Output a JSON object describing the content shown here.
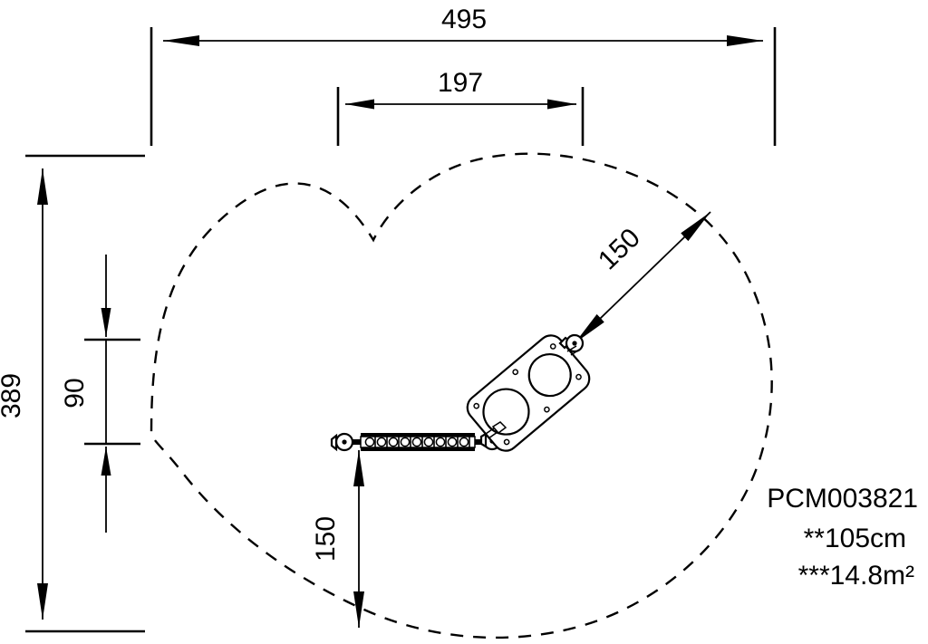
{
  "drawing": {
    "type": "playground-equipment-plan-view",
    "units": "cm",
    "background_color": "#ffffff",
    "line_color": "#000000"
  },
  "dimensions": {
    "overall_width": "495",
    "inner_width": "197",
    "overall_height": "389",
    "inner_height": "90",
    "safety_radius_bottom": "150",
    "safety_radius_diagonal": "150"
  },
  "labels": {
    "top_outer": "495",
    "top_inner": "197",
    "left_outer": "389",
    "left_inner": "90",
    "bottom_vertical": "150",
    "diagonal": "150"
  },
  "product": {
    "code": "PCM003821",
    "fall_height": "**105cm",
    "safety_area": "***14.8m²"
  },
  "geometry": {
    "safety_zone_shape": "dashed-peanut-outline",
    "platform_shape": "rounded-rectangle-with-two-circular-holes",
    "platform_rotation_deg": -40,
    "chain_element": "horizontal-chain-bridge"
  }
}
